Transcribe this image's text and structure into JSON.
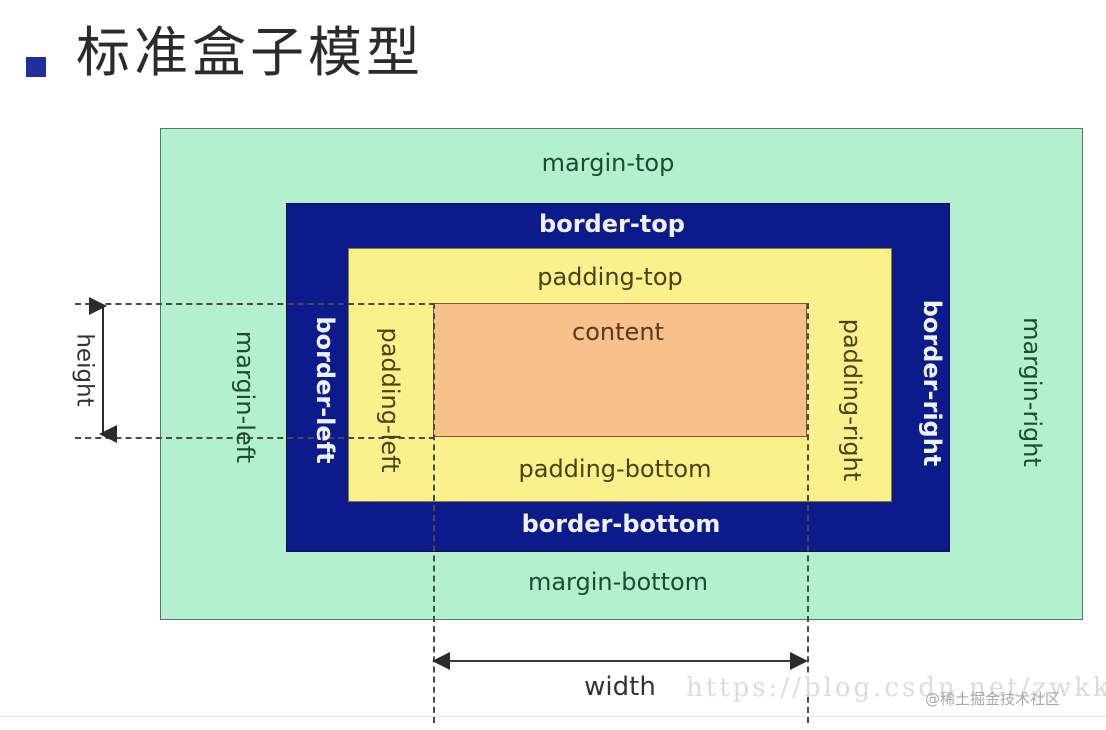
{
  "title": {
    "text": "标准盒子模型",
    "bullet_color": "#1f2f9e"
  },
  "diagram": {
    "type": "css-box-model",
    "boxes": {
      "margin": {
        "label_top": "margin-top",
        "label_right": "margin-right",
        "label_bottom": "margin-bottom",
        "label_left": "margin-left",
        "color": "#b3f0cd"
      },
      "border": {
        "label_top": "border-top",
        "label_right": "border-right",
        "label_bottom": "border-bottom",
        "label_left": "border-left",
        "color": "#0c1a8c"
      },
      "padding": {
        "label_top": "padding-top",
        "label_right": "padding-right",
        "label_bottom": "padding-bottom",
        "label_left": "padding-left",
        "color": "#faf08c"
      },
      "content": {
        "label": "content",
        "color": "#f8c08a"
      }
    },
    "measures": {
      "height_label": "height",
      "width_label": "width"
    }
  },
  "watermarks": {
    "url": "https://blog.csdn.net/zwkkk",
    "brand": "@稀土掘金技术社区"
  }
}
